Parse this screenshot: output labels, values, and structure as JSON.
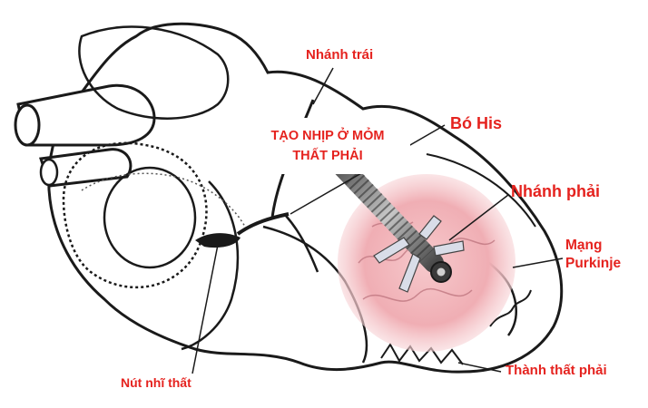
{
  "title": {
    "line1": "TẠO NHỊP Ở MỎM",
    "line2": "THẤT PHẢI"
  },
  "labels": {
    "nhanh_trai": "Nhánh trái",
    "bo_his": "Bó His",
    "nhanh_phai": "Nhánh phải",
    "mang_purkinje_1": "Mạng",
    "mang_purkinje_2": "Purkinje",
    "nut_nhi_that": "Nút nhĩ thất",
    "thanh_that_phai": "Thành thất phải"
  },
  "colors": {
    "label_red": "#e5231f",
    "outline": "#1a1a1a",
    "highlight_pink": "#f2b8bc"
  }
}
